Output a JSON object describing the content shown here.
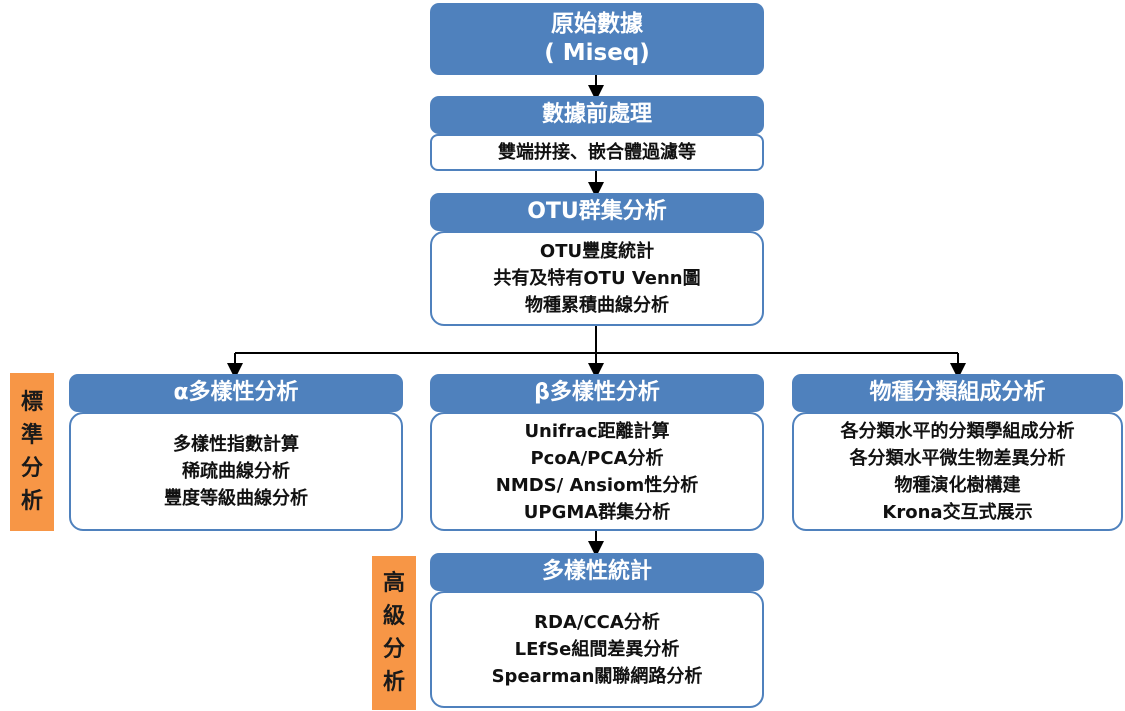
{
  "raw": {
    "title_line1": "原始數據",
    "title_line2": "( Miseq)"
  },
  "preprocess": {
    "title": "數據前處理",
    "items": [
      "雙端拼接、嵌合體過濾等"
    ]
  },
  "otu": {
    "title": "OTU群集分析",
    "items": [
      "OTU豐度統計",
      "共有及特有OTU Venn圖",
      "物種累積曲線分析"
    ]
  },
  "alpha": {
    "title": "α多樣性分析",
    "items": [
      "多樣性指數計算",
      "稀疏曲線分析",
      "豐度等級曲線分析"
    ]
  },
  "beta": {
    "title": "β多樣性分析",
    "items": [
      "Unifrac距離計算",
      "PcoA/PCA分析",
      "NMDS/ Ansiom性分析",
      "UPGMA群集分析"
    ]
  },
  "taxonomy": {
    "title": "物種分類組成分析",
    "items": [
      "各分類水平的分類學組成分析",
      "各分類水平微生物差異分析",
      "物種演化樹構建",
      "Krona交互式展示"
    ]
  },
  "stats": {
    "title": "多樣性統計",
    "items": [
      "RDA/CCA分析",
      "LEfSe組間差異分析",
      "Spearman關聯網路分析"
    ]
  },
  "tags": {
    "standard": [
      "標",
      "準",
      "分",
      "析"
    ],
    "advanced": [
      "高",
      "級",
      "分",
      "析"
    ]
  },
  "colors": {
    "header": "#4f81bd",
    "tag": "#f79646",
    "connector": "#000000"
  }
}
